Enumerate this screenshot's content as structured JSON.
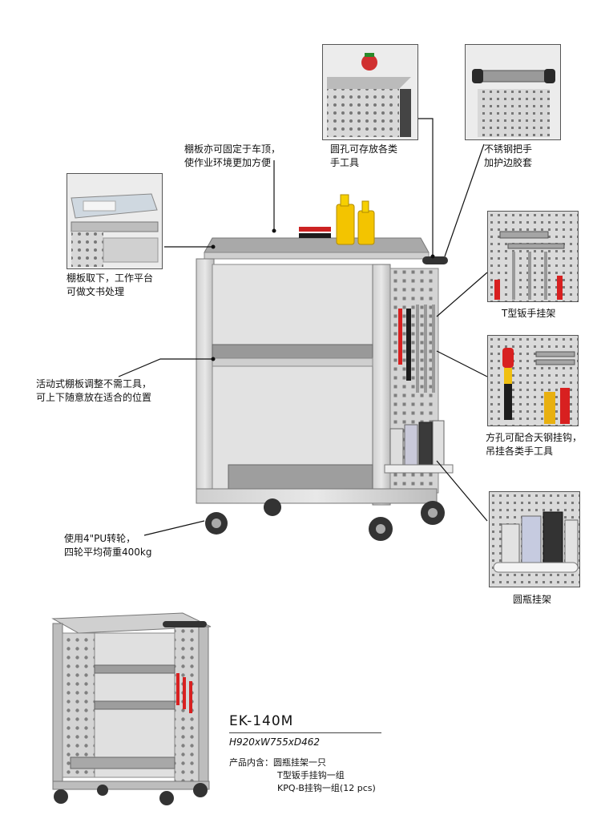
{
  "callouts": {
    "shelf_fix": [
      "棚板亦可固定于车顶，",
      "使作业环境更加方便"
    ],
    "round_holes": [
      "圆孔可存放各类",
      "手工具"
    ],
    "handle": [
      "不锈钢把手",
      "加护边胶套"
    ],
    "shelf_remove": [
      "棚板取下，工作平台",
      "可做文书处理"
    ],
    "t_hanger": "T型钣手挂架",
    "adjustable_shelf": [
      "活动式棚板调整不需工具，",
      "可上下随意放在适合的位置"
    ],
    "square_holes": [
      "方孔可配合天钢挂钩，",
      "吊挂各类手工具"
    ],
    "casters": [
      "使用4\"PU转轮，",
      "四轮平均荷重400kg"
    ],
    "bottle_holder": "圆瓶挂架"
  },
  "product": {
    "model": "EK-140M",
    "dimensions": "H920xW755xD462",
    "includes_label": "产品内含：",
    "includes": [
      "圆瓶挂架一只",
      "T型钣手挂钩一组",
      "KPQ-B挂钩一组(12 pcs)"
    ]
  }
}
